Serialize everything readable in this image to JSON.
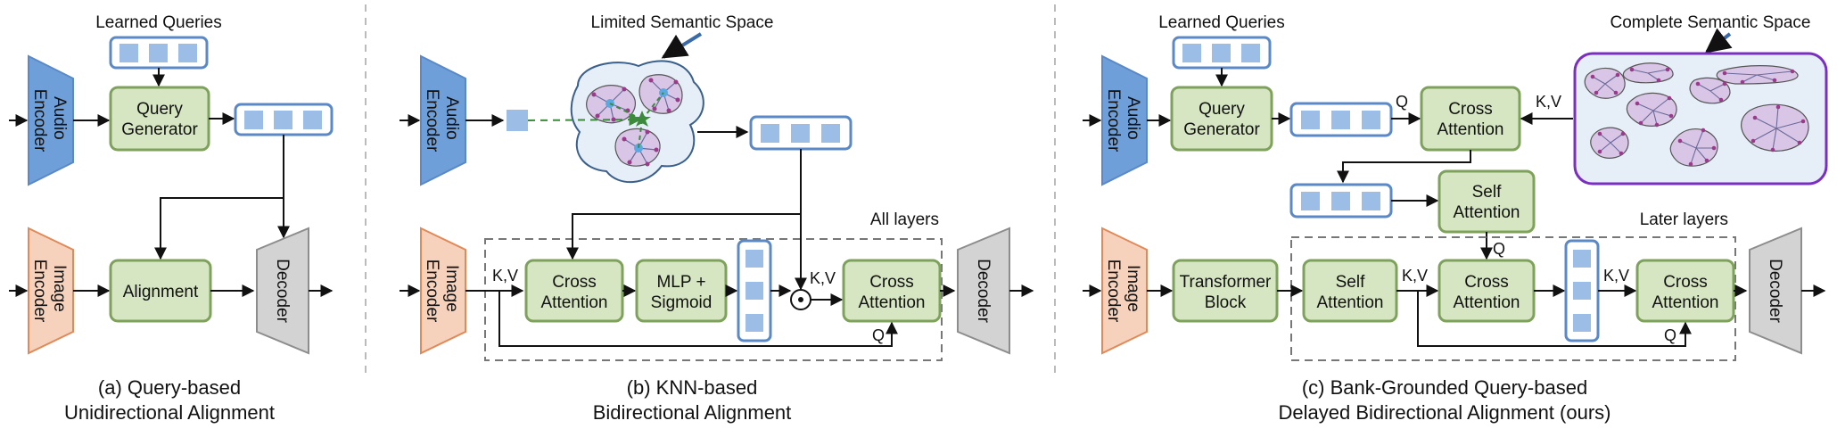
{
  "colors": {
    "green_fill": "#d6e6c2",
    "green_stroke": "#7ea25c",
    "blue_fill": "#9bbde6",
    "blue_stroke": "#5b88c6",
    "blue_enc_fill": "#6f9fd8",
    "orange_fill": "#f6d2bd",
    "orange_stroke": "#e08a5a",
    "gray_fill": "#d3d3d3",
    "gray_stroke": "#8d8d8d",
    "purple": "#7b2fc0",
    "cluster_fill": "#d9c6e6",
    "space_fill": "#e6eef8"
  },
  "panel_a": {
    "learned_queries": "Learned Queries",
    "audio_encoder": [
      "Audio",
      "Encoder"
    ],
    "image_encoder": [
      "Image",
      "Encoder"
    ],
    "query_generator": [
      "Query",
      "Generator"
    ],
    "alignment": "Alignment",
    "decoder": "Decoder",
    "caption_line1": "(a) Query-based",
    "caption_line2": "Unidirectional Alignment"
  },
  "panel_b": {
    "limited_space": "Limited Semantic Space",
    "audio_encoder": [
      "Audio",
      "Encoder"
    ],
    "image_encoder": [
      "Image",
      "Encoder"
    ],
    "cross_attention_1": [
      "Cross",
      "Attention"
    ],
    "mlp": [
      "MLP +",
      "Sigmoid"
    ],
    "cross_attention_2": [
      "Cross",
      "Attention"
    ],
    "decoder": "Decoder",
    "all_layers": "All layers",
    "kv_1": "K,V",
    "q_1": "Q",
    "kv_2": "K,V",
    "q_2": "Q",
    "dot": "⊙",
    "caption_line1": "(b) KNN-based",
    "caption_line2": "Bidirectional Alignment"
  },
  "panel_c": {
    "learned_queries": "Learned Queries",
    "complete_space": "Complete Semantic Space",
    "audio_encoder": [
      "Audio",
      "Encoder"
    ],
    "image_encoder": [
      "Image",
      "Encoder"
    ],
    "query_generator": [
      "Query",
      "Generator"
    ],
    "cross_attention_top": [
      "Cross",
      "Attention"
    ],
    "self_attention_top": [
      "Self",
      "Attention"
    ],
    "transformer_block": [
      "Transformer",
      "Block"
    ],
    "self_attention_bottom": [
      "Self",
      "Attention"
    ],
    "cross_attention_mid": [
      "Cross",
      "Attention"
    ],
    "cross_attention_right": [
      "Cross",
      "Attention"
    ],
    "decoder": "Decoder",
    "later_layers": "Later layers",
    "q_top": "Q",
    "kv_top": "K,V",
    "q_self": "Q",
    "kv_mid": "K,V",
    "kv_right": "K,V",
    "q_bottom": "Q",
    "caption_line1": "(c) Bank-Grounded Query-based",
    "caption_line2": "Delayed Bidirectional Alignment  (ours)"
  }
}
